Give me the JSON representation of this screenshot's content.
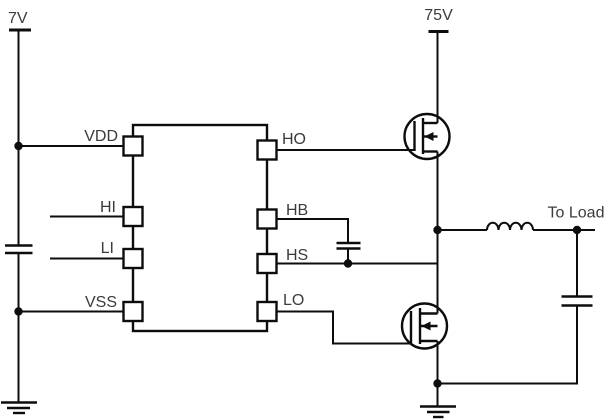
{
  "meta": {
    "description": "Half-bridge MOSFET gate driver circuit schematic",
    "background_color": "#ffffff",
    "line_color": "#0d0d0d",
    "text_color": "#3b3b3b"
  },
  "labels": {
    "left_supply": "7V",
    "right_supply": "75V",
    "to_load": "To Load"
  },
  "ic": {
    "pins": {
      "vdd": "VDD",
      "hi": "HI",
      "li": "LI",
      "vss": "VSS",
      "ho": "HO",
      "hb": "HB",
      "hs": "HS",
      "lo": "LO"
    }
  },
  "components": {
    "driver_ic": "8-pin gate driver",
    "high_side_transistor": "n-channel-mosfet",
    "low_side_transistor": "n-channel-mosfet",
    "input_capacitor": "capacitor",
    "bootstrap_capacitor": "capacitor",
    "output_capacitor": "capacitor",
    "output_inductor": "inductor",
    "ground_symbols": 2
  }
}
